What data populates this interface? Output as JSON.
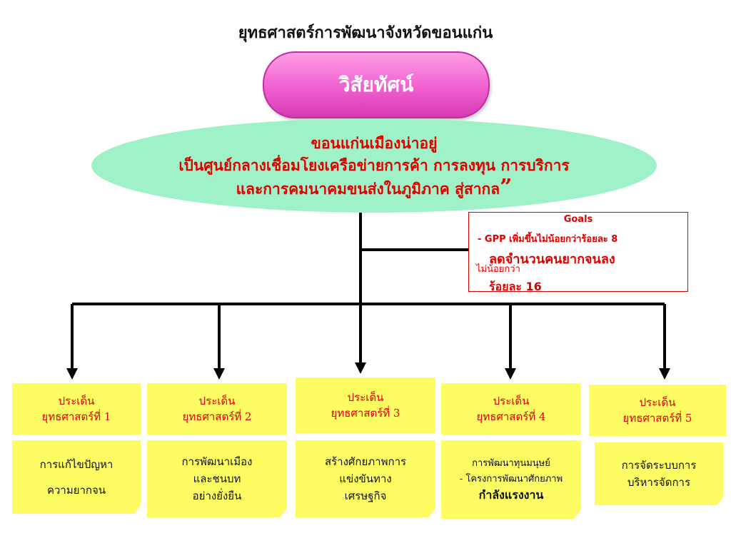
{
  "title": "ยุทธศาสตร์การพัฒนาจังหวัดขอนแก่น",
  "vision_label": "วิสัยทัศน์",
  "vision": {
    "line1": "ขอนแก่นเมืองน่าอยู่",
    "line2": "เป็นศูนย์กลางเชื่อมโยงเครือข่ายการค้า การลงทุน การบริการ",
    "line3": "และการคมนาคมขนส่งในภูมิภาค สู่สากล",
    "quote": "”"
  },
  "goals": {
    "heading": "Goals",
    "item1": "- GPP เพิ่มขึ้นไม่น้อยกว่าร้อยละ 8",
    "item2": "ลดจำนวนคนยากจนลง",
    "item2_note": "ไม่น้อยกว่า",
    "item3": "ร้อยละ 16"
  },
  "strategies": [
    {
      "head1": "ประเด็น",
      "head2": "ยุทธศาสตร์ที่ 1",
      "note": [
        "การแก้ไขปัญหา",
        "ความยากจน"
      ]
    },
    {
      "head1": "ประเด็น",
      "head2": "ยุทธศาสตร์ที่ 2",
      "note": [
        "การพัฒนาเมือง",
        "และชนบท",
        "อย่างยั่งยืน"
      ]
    },
    {
      "head1": "ประเด็น",
      "head2": "ยุทธศาสตร์ที่ 3",
      "note": [
        "สร้างศักยภาพการ",
        "แข่งขันทาง",
        "เศรษฐกิจ"
      ]
    },
    {
      "head1": "ประเด็น",
      "head2": "ยุทธศาสตร์ที่ 4",
      "note": [
        "การพัฒนาทุนมนุษย์",
        "- โครงการพัฒนาศักยภาพ",
        "กำลังแรงงาน"
      ]
    },
    {
      "head1": "ประเด็น",
      "head2": "ยุทธศาสตร์ที่ 5",
      "note": [
        "การจัดระบบการ",
        "บริหารจัดการ"
      ]
    }
  ],
  "colors": {
    "pill": "#f05fd0",
    "ellipse": "#9ff2c8",
    "box": "#fdfc63",
    "accent": "#e00000"
  }
}
